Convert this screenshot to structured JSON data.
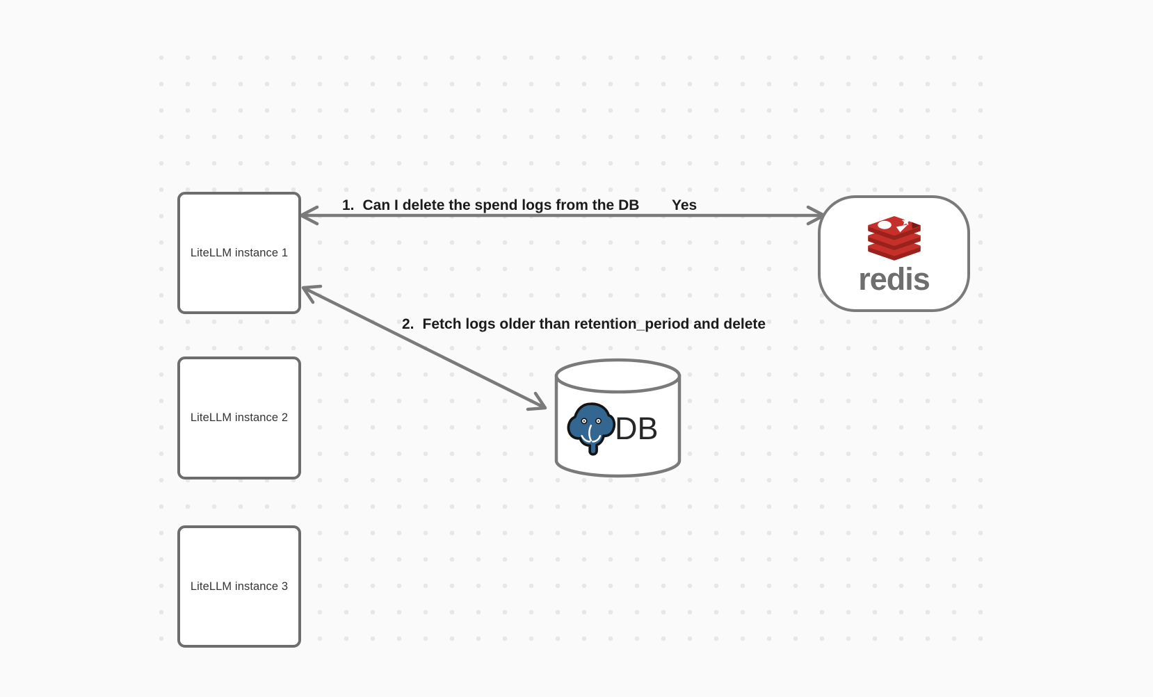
{
  "nodes": {
    "instances": [
      {
        "label": "LiteLLM instance 1"
      },
      {
        "label": "LiteLLM instance 2"
      },
      {
        "label": "LiteLLM instance 3"
      }
    ],
    "redis": {
      "label": "redis"
    },
    "db": {
      "label": "DB"
    }
  },
  "edges": [
    {
      "number": "1.",
      "text": "Can I delete the spend logs from the DB",
      "answer": "Yes",
      "from": "LiteLLM instance 1",
      "to": "redis",
      "direction": "bidirectional"
    },
    {
      "number": "2.",
      "text": "Fetch logs older than retention_period and delete",
      "from": "LiteLLM instance 1",
      "to": "DB",
      "direction": "bidirectional"
    }
  ],
  "colors": {
    "background": "#fafafa",
    "grid_dot": "#e7e7e7",
    "shape_border": "#6d6d6d",
    "arrow": "#7a7a7a",
    "label_text": "#1b1b1b",
    "redis_red": "#c6302b",
    "redis_dark_red": "#99231c",
    "redis_wordmark_gray": "#6e6e6e",
    "postgres_blue": "#336791"
  }
}
